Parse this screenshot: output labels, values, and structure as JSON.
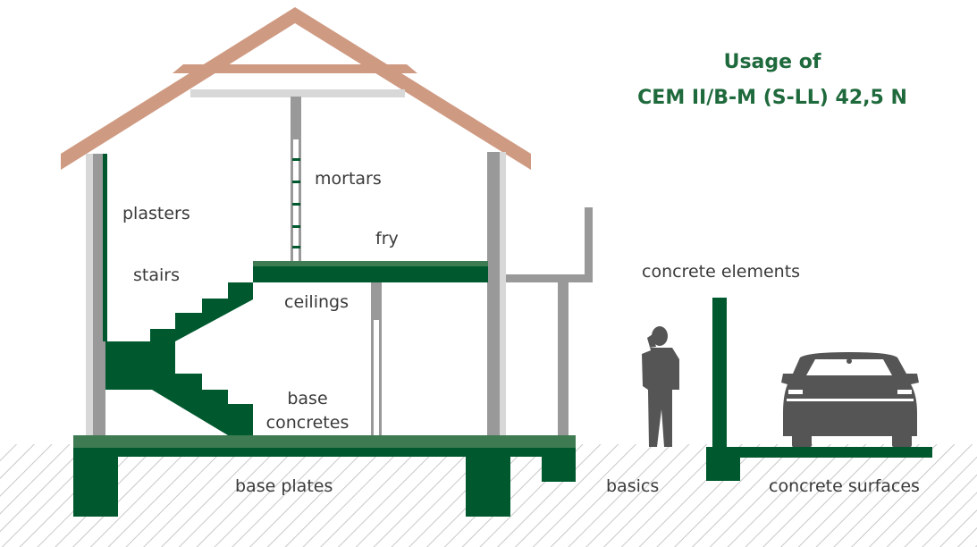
{
  "title": {
    "line1": "Usage of",
    "line2": "CEM II/B-M (S-LL) 42,5 N"
  },
  "labels": {
    "mortars": "mortars",
    "plasters": "plasters",
    "fry": "fry",
    "stairs": "stairs",
    "ceilings": "ceilings",
    "base_concretes_1": "base",
    "base_concretes_2": "concretes",
    "base_plates": "base plates",
    "basics": "basics",
    "concrete_elements": "concrete elements",
    "concrete_surfaces": "concrete surfaces"
  },
  "colors": {
    "dark_green": "#00592e",
    "mid_green": "#3e7b52",
    "roof": "#cf9a82",
    "wall_grey": "#999999",
    "light_grey": "#d8d8d8",
    "hatch": "#c8c8c8",
    "silhouette": "#555555",
    "title_green": "#1f6a3c"
  },
  "icons": {
    "person": "person-on-phone-icon",
    "car": "car-icon"
  }
}
